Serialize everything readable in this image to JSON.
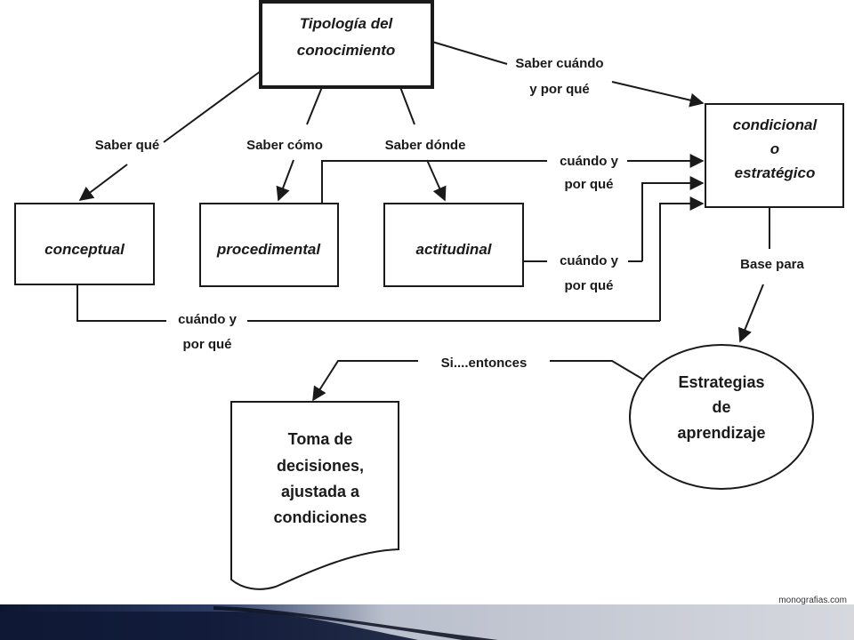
{
  "nodes": {
    "tipologia": [
      "Tipología del",
      "conocimiento"
    ],
    "conceptual": "conceptual",
    "procedimental": "procedimental",
    "actitudinal": "actitudinal",
    "condicional": [
      "condicional",
      "o",
      "estratégico"
    ],
    "estrategias": [
      "Estrategias",
      "de",
      "aprendizaje"
    ],
    "toma": [
      "Toma de",
      "decisiones,",
      "ajustada a",
      "condiciones"
    ]
  },
  "labels": {
    "saber_cuando": [
      "Saber cuándo",
      "y por qué"
    ],
    "saber_que": "Saber qué",
    "saber_como": "Saber cómo",
    "saber_donde": "Saber dónde",
    "cuando_1": [
      "cuándo y",
      "por qué"
    ],
    "cuando_2": [
      "cuándo y",
      "por qué"
    ],
    "cuando_3": [
      "cuándo y",
      "por qué"
    ],
    "base_para": "Base para",
    "si_entonces": "Si....entonces"
  },
  "credit": "monografias.com",
  "colors": {
    "ink": "#1a1a1a",
    "footer_dark": "#1c2a4a",
    "footer_light": "#c9ccd4"
  }
}
